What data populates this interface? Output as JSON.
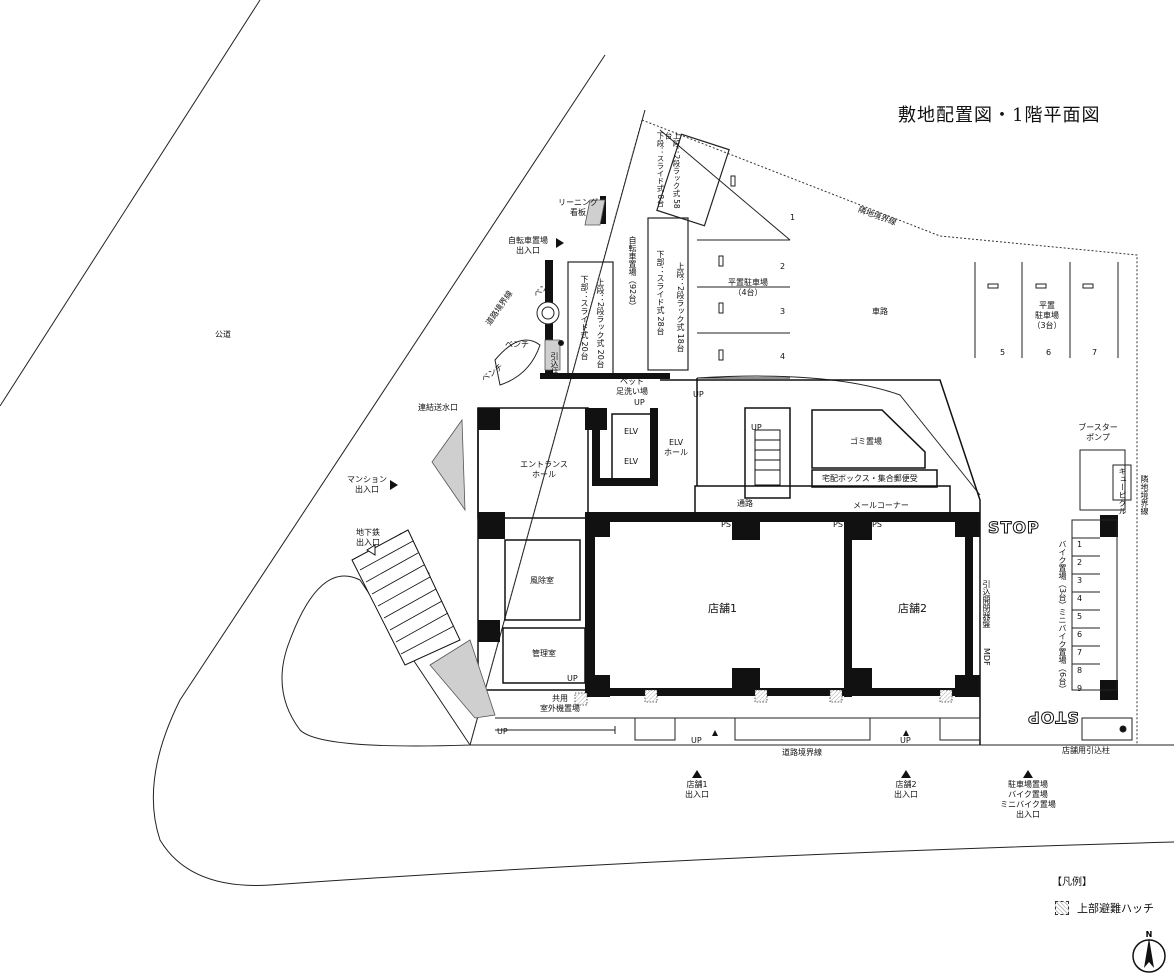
{
  "title": "敷地配置図・1階平面図",
  "labels": {
    "public_road": "公道",
    "road_boundary_diag": "道路境界線",
    "road_boundary_bottom": "道路境界線",
    "adjacent_boundary_top": "隣地境界線",
    "adjacent_boundary_right": "隣地境界線",
    "leaning_board": "リーニング\n看板",
    "bicycle_entrance": "自転車置場\n出入口",
    "bench1": "ベンチ",
    "bench2": "ベンチ",
    "bench3": "ベンチ",
    "lead_pole": "引込柱",
    "fire_water": "連結送水口",
    "mansion_entrance": "マンション\n出入口",
    "subway_entrance": "地下鉄\n出入口",
    "bike_upper_right": "上段：2段ラック式 58台\n下段：スライド式 8台",
    "bike_a": "下部：スライド式 20台",
    "bike_a2": "上段：2段ラック式 20台",
    "bike_b": "自転車置場（92台）",
    "bike_c": "上段：2段ラック式 18台",
    "bike_c2": "下部：スライド式 28台",
    "pet_wash": "ペット\n足洗い場",
    "up1": "UP",
    "up2": "UP",
    "up3": "UP",
    "up4": "UP",
    "up5": "UP",
    "up6": "UP",
    "up7": "UP",
    "parking_flat": "平置駐車場\n（4台）",
    "parking_flat_right": "平置\n駐車場\n（3台）",
    "car_road": "車路",
    "elv1": "ELV",
    "elv2": "ELV",
    "elv_hall": "ELV\nホール",
    "entrance_hall": "エントランス\nホール",
    "garbage": "ゴミ置場",
    "delivery_box": "宅配ボックス・集合郵便受",
    "mail_corner": "メールコーナー",
    "passage": "通路",
    "ps1": "PS",
    "ps2": "PS",
    "ps3": "PS",
    "wind_room": "風除室",
    "management": "管理室",
    "shop1": "店舗1",
    "shop2": "店舗2",
    "mdf": "MDF",
    "lead_switch": "引込開閉器盤",
    "outdoor_unit": "共用\n室外機置場",
    "booster_pump": "ブースター\nポンプ",
    "cubicle": "キュービクル",
    "bike_parking": "バイク置場（3台）",
    "mini_bike": "ミニバイク置場（6台）",
    "stop": "STOP",
    "shop1_entrance": "店舗1\n出入口",
    "shop2_entrance": "店舗2\n出入口",
    "parking_entrance": "駐車場置場\nバイク置場\nミニバイク置場\n出入口",
    "shop_lead_pole": "店舗用引込柱"
  },
  "parking_numbers": [
    "1",
    "2",
    "3",
    "4",
    "5",
    "6",
    "7"
  ],
  "bike_numbers": [
    "1",
    "2",
    "3",
    "4",
    "5",
    "6",
    "7",
    "8",
    "9"
  ],
  "legend": {
    "heading": "【凡例】",
    "hatch": "上部避難ハッチ"
  },
  "north_label": "N"
}
